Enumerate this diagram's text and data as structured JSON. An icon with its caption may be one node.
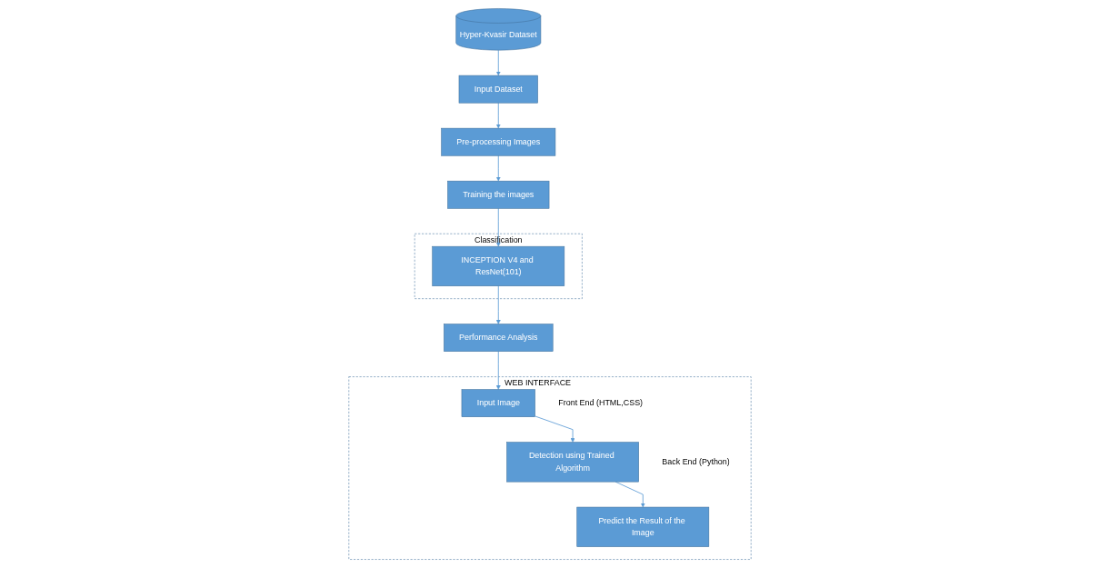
{
  "diagram": {
    "nodes": [
      {
        "text": [
          "Hyper-Kvasir Dataset"
        ]
      },
      {
        "text": [
          "Input Dataset"
        ]
      },
      {
        "text": [
          "Pre-processing Images"
        ]
      },
      {
        "text": [
          "Training the images"
        ]
      },
      {
        "text": [
          "Classification"
        ]
      },
      {
        "text": [
          "INCEPTION V4 and ResNet(101)"
        ],
        "in": 4
      },
      {
        "text": [
          "Performance Analysis"
        ]
      },
      {
        "text": [
          "WEB INTERFACE"
        ]
      },
      {
        "text": [
          "Input Image"
        ],
        "in": 7,
        "beside": [
          "Front End (HTML,CSS)"
        ]
      },
      {
        "text": [
          "Detection using Trained Algorithm"
        ],
        "in": 7,
        "beside": [
          "Back End (Python)"
        ]
      },
      {
        "text": [
          "Predict the Result of the Image"
        ],
        "in": 7
      }
    ],
    "edges": [
      {
        "from": 0,
        "to": 1,
        "arrow": "to"
      },
      {
        "from": 1,
        "to": 2,
        "arrow": "to"
      },
      {
        "from": 2,
        "to": 3,
        "arrow": "to"
      },
      {
        "from": 3,
        "to": 5,
        "arrow": "to"
      },
      {
        "from": 5,
        "to": 6,
        "arrow": "to"
      },
      {
        "from": 6,
        "to": 8,
        "arrow": "to"
      },
      {
        "from": 8,
        "to": 9,
        "arrow": "to"
      },
      {
        "from": 9,
        "to": 10,
        "arrow": "to"
      }
    ]
  }
}
